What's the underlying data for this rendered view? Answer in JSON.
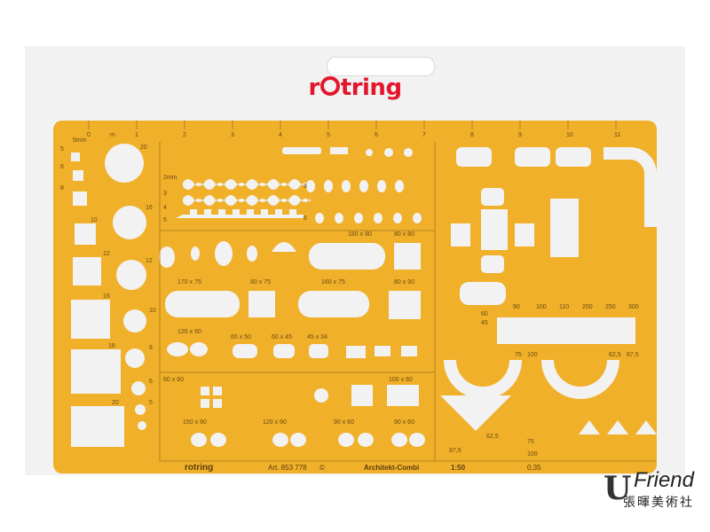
{
  "brand": {
    "name_prefix": "r",
    "name_suffix": "tring",
    "color": "#e3162c"
  },
  "template": {
    "color": "#f0b02a",
    "ruler_numbers": [
      "0",
      "m",
      "1",
      "2",
      "3",
      "4",
      "5",
      "6",
      "7",
      "8",
      "9",
      "10",
      "11"
    ],
    "unit_label": "5mm",
    "circle_sizes": [
      "20",
      "16",
      "12",
      "10",
      "8",
      "6",
      "5"
    ],
    "square_sizes": [
      "5",
      "6",
      "8",
      "10",
      "12",
      "16",
      "18",
      "20"
    ],
    "wave_labels": [
      "2mm",
      "3",
      "4",
      "5"
    ],
    "row_labels": [
      "6",
      "8"
    ],
    "size_labels": [
      "180 x 80",
      "80 x 80",
      "170 x 75",
      "80 x 75",
      "160 x 75",
      "80 x 90",
      "120 x 60",
      "65 x 50",
      "60 x 45",
      "45 x 34",
      "60 x 60",
      "100 x 60",
      "150 x 60",
      "120 x 60",
      "90 x 60",
      "90 x 60"
    ],
    "furniture_labels": [
      "60",
      "45",
      "75",
      "100",
      "62,5",
      "87,5",
      "62,5",
      "87,5",
      "75",
      "100"
    ],
    "scale_labels": [
      "90",
      "100",
      "110",
      "200",
      "250",
      "300"
    ],
    "bottom": {
      "brand_prefix": "r",
      "brand_suffix": "tring",
      "art": "Art. 853 778",
      "copyright": "©",
      "name": "Architekt-Combi",
      "scale": "1:50",
      "pen": "0,35"
    }
  },
  "watermark": {
    "line1": "Friend",
    "line2": "張暉美術社"
  }
}
